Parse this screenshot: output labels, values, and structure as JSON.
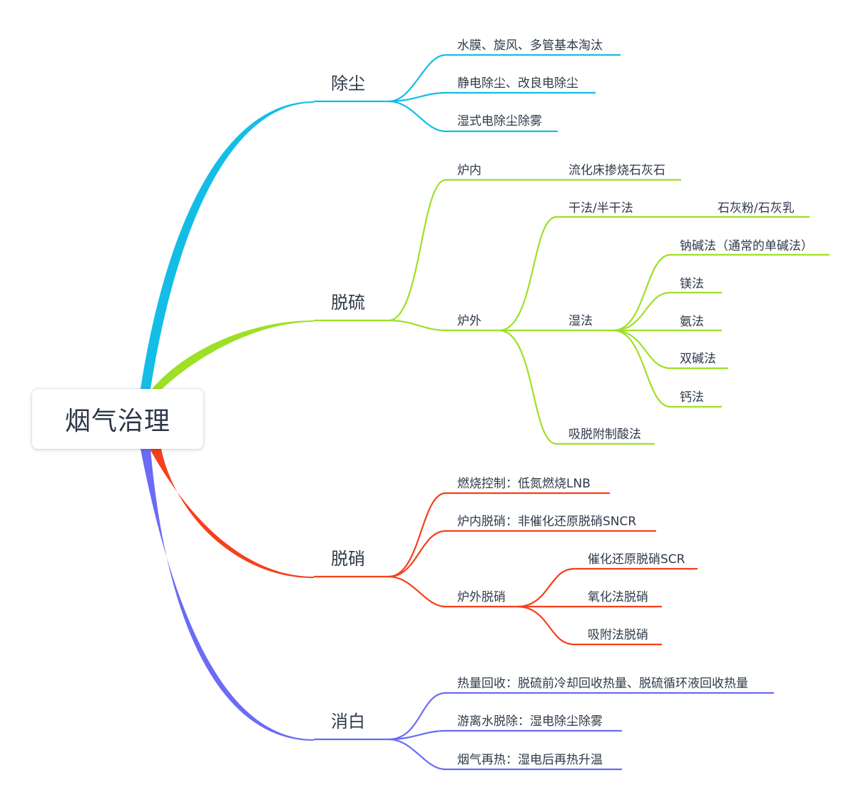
{
  "root": {
    "label": "烟气治理"
  },
  "colors": {
    "dust": "#14bde6",
    "desulfur": "#9ee026",
    "denitr": "#f5401c",
    "white": "#6b6bf5"
  },
  "branches": {
    "dust": {
      "label": "除尘",
      "children": [
        "水膜、旋风、多管基本淘汰",
        "静电除尘、改良电除尘",
        "湿式电除尘除雾"
      ]
    },
    "desulfur": {
      "label": "脱硫",
      "inner": {
        "label": "炉内",
        "child": "流化床掺烧石灰石"
      },
      "outer": {
        "label": "炉外",
        "dry": {
          "label": "干法/半干法",
          "child": "石灰粉/石灰乳"
        },
        "wet": {
          "label": "湿法",
          "children": [
            "钠碱法（通常的单碱法）",
            "镁法",
            "氨法",
            "双碱法",
            "钙法"
          ]
        },
        "adsorb": "吸脱附制酸法"
      }
    },
    "denitr": {
      "label": "脱硝",
      "children": [
        "燃烧控制：低氮燃烧LNB",
        "炉内脱硝：非催化还原脱硝SNCR"
      ],
      "outer": {
        "label": "炉外脱硝",
        "children": [
          "催化还原脱硝SCR",
          "氧化法脱硝",
          "吸附法脱硝"
        ]
      }
    },
    "white": {
      "label": "消白",
      "children": [
        "热量回收：脱硫前冷却回收热量、脱硫循环液回收热量",
        "游离水脱除：湿电除尘除雾",
        "烟气再热：湿电后再热升温"
      ]
    }
  }
}
